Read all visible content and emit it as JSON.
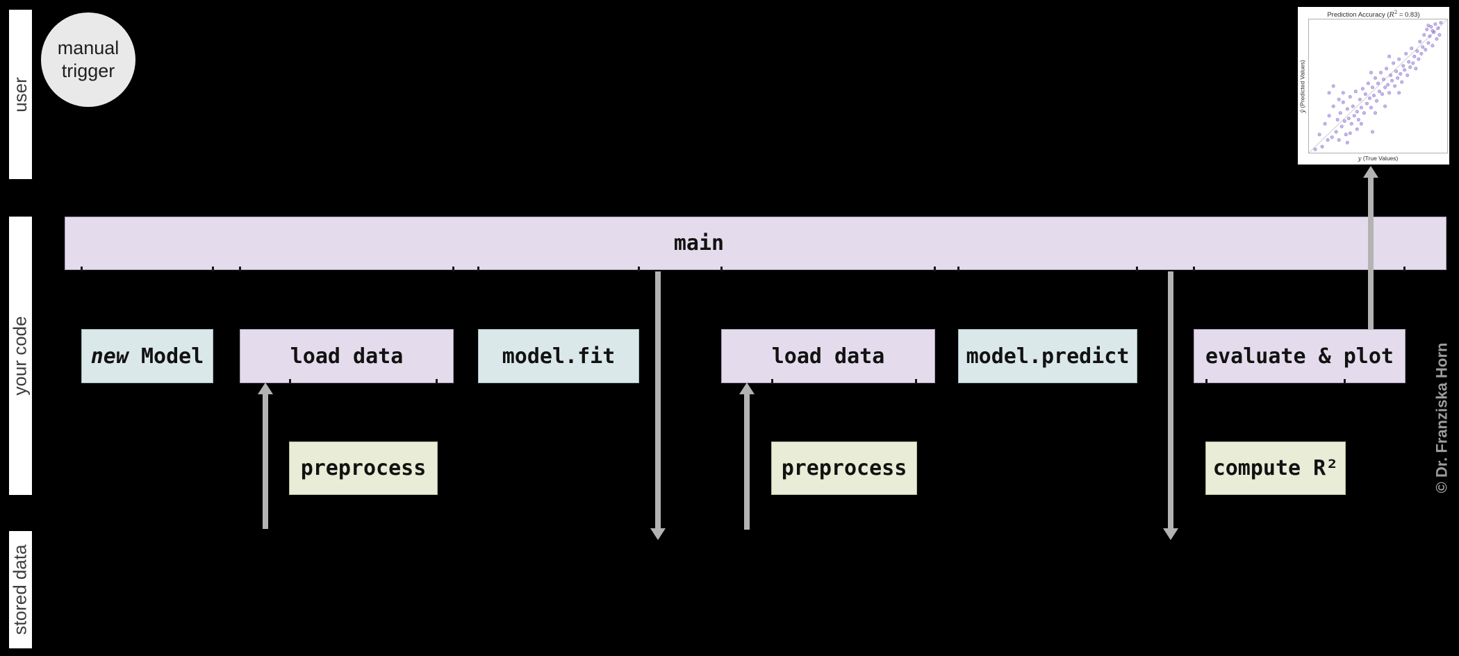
{
  "lanes": [
    {
      "label": "user"
    },
    {
      "label": "your code"
    },
    {
      "label": "stored data"
    }
  ],
  "trigger": {
    "line1": "manual",
    "line2": "trigger"
  },
  "main_bar": {
    "label": "main"
  },
  "boxes": {
    "new_model": {
      "keyword": "new",
      "rest": " Model"
    },
    "load_data_1": {
      "label": "load data"
    },
    "model_fit": {
      "label": "model.fit"
    },
    "load_data_2": {
      "label": "load data"
    },
    "model_predict": {
      "label": "model.predict"
    },
    "evaluate_plot": {
      "label": "evaluate & plot"
    },
    "preprocess_1": {
      "label": "preprocess"
    },
    "preprocess_2": {
      "label": "preprocess"
    },
    "compute_r2": {
      "label": "compute R²"
    }
  },
  "watermark": "© Dr. Franziska Horn",
  "plot": {
    "title_pre": "Prediction Accuracy (",
    "title_r": "R",
    "title_sup": "2",
    "title_post": " = 0.83)",
    "xlabel_var": "y",
    "xlabel_rest": " (True Values)",
    "ylabel_var": "ŷ",
    "ylabel_rest": " (Predicted Values)"
  },
  "colors": {
    "lavender": "#e4dcec",
    "cyan": "#dbe8e9",
    "green": "#e9ecd6",
    "arrow_gray": "#b3b3b3",
    "dot_purple": "#8a6fd0",
    "background": "#000000"
  },
  "chart_data": {
    "type": "scatter",
    "title": "Prediction Accuracy (R² = 0.83)",
    "xlabel": "y (True Values)",
    "ylabel": "ŷ (Predicted Values)",
    "r_squared": 0.83,
    "identity_line": true,
    "grid": false,
    "legend_position": "none",
    "xlim": [
      0,
      1
    ],
    "ylim": [
      0,
      1
    ],
    "points": [
      [
        0.05,
        0.03
      ],
      [
        0.08,
        0.14
      ],
      [
        0.1,
        0.05
      ],
      [
        0.12,
        0.22
      ],
      [
        0.14,
        0.1
      ],
      [
        0.15,
        0.28
      ],
      [
        0.17,
        0.12
      ],
      [
        0.18,
        0.35
      ],
      [
        0.2,
        0.16
      ],
      [
        0.21,
        0.25
      ],
      [
        0.22,
        0.1
      ],
      [
        0.23,
        0.3
      ],
      [
        0.24,
        0.2
      ],
      [
        0.25,
        0.38
      ],
      [
        0.26,
        0.24
      ],
      [
        0.27,
        0.14
      ],
      [
        0.28,
        0.33
      ],
      [
        0.29,
        0.26
      ],
      [
        0.3,
        0.42
      ],
      [
        0.31,
        0.22
      ],
      [
        0.32,
        0.35
      ],
      [
        0.33,
        0.28
      ],
      [
        0.34,
        0.46
      ],
      [
        0.35,
        0.31
      ],
      [
        0.36,
        0.25
      ],
      [
        0.37,
        0.4
      ],
      [
        0.38,
        0.34
      ],
      [
        0.39,
        0.48
      ],
      [
        0.4,
        0.3
      ],
      [
        0.41,
        0.44
      ],
      [
        0.42,
        0.37
      ],
      [
        0.43,
        0.52
      ],
      [
        0.44,
        0.41
      ],
      [
        0.45,
        0.34
      ],
      [
        0.46,
        0.16
      ],
      [
        0.46,
        0.49
      ],
      [
        0.47,
        0.43
      ],
      [
        0.48,
        0.56
      ],
      [
        0.49,
        0.39
      ],
      [
        0.5,
        0.52
      ],
      [
        0.51,
        0.46
      ],
      [
        0.52,
        0.6
      ],
      [
        0.53,
        0.44
      ],
      [
        0.54,
        0.55
      ],
      [
        0.55,
        0.49
      ],
      [
        0.56,
        0.63
      ],
      [
        0.57,
        0.51
      ],
      [
        0.58,
        0.45
      ],
      [
        0.59,
        0.58
      ],
      [
        0.6,
        0.54
      ],
      [
        0.61,
        0.67
      ],
      [
        0.62,
        0.5
      ],
      [
        0.63,
        0.61
      ],
      [
        0.64,
        0.56
      ],
      [
        0.65,
        0.7
      ],
      [
        0.66,
        0.59
      ],
      [
        0.67,
        0.53
      ],
      [
        0.68,
        0.65
      ],
      [
        0.69,
        0.62
      ],
      [
        0.7,
        0.74
      ],
      [
        0.71,
        0.58
      ],
      [
        0.72,
        0.68
      ],
      [
        0.73,
        0.64
      ],
      [
        0.74,
        0.78
      ],
      [
        0.75,
        0.67
      ],
      [
        0.76,
        0.72
      ],
      [
        0.77,
        0.63
      ],
      [
        0.78,
        0.76
      ],
      [
        0.79,
        0.7
      ],
      [
        0.8,
        0.83
      ],
      [
        0.81,
        0.74
      ],
      [
        0.82,
        0.79
      ],
      [
        0.83,
        0.88
      ],
      [
        0.84,
        0.77
      ],
      [
        0.85,
        0.92
      ],
      [
        0.86,
        0.82
      ],
      [
        0.87,
        0.87
      ],
      [
        0.88,
        0.94
      ],
      [
        0.89,
        0.8
      ],
      [
        0.9,
        0.9
      ],
      [
        0.91,
        0.96
      ],
      [
        0.92,
        0.85
      ],
      [
        0.93,
        0.93
      ],
      [
        0.94,
        0.88
      ],
      [
        0.95,
        0.97
      ],
      [
        0.89,
        0.91
      ],
      [
        0.86,
        0.95
      ],
      [
        0.35,
        0.18
      ],
      [
        0.25,
        0.45
      ],
      [
        0.18,
        0.5
      ],
      [
        0.55,
        0.35
      ],
      [
        0.45,
        0.6
      ],
      [
        0.65,
        0.45
      ],
      [
        0.3,
        0.15
      ],
      [
        0.22,
        0.4
      ],
      [
        0.58,
        0.72
      ],
      [
        0.48,
        0.3
      ],
      [
        0.38,
        0.22
      ],
      [
        0.28,
        0.08
      ],
      [
        0.15,
        0.45
      ]
    ]
  }
}
